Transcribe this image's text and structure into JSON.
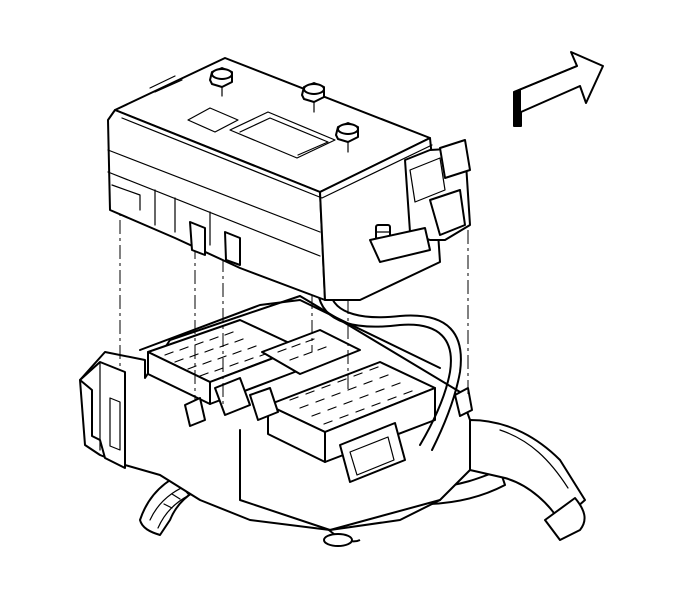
{
  "figure": {
    "kind": "exploded-view line drawing",
    "style": "black line art on white",
    "components": [
      {
        "id": "fuse-block-cover",
        "icon": "fuse-block-cover-icon"
      },
      {
        "id": "cover-bolt",
        "icon": "bolt-icon",
        "count": 3
      },
      {
        "id": "fuse-block-base",
        "icon": "fuse-block-base-icon"
      },
      {
        "id": "fuse-connector",
        "icon": "connector-icon",
        "count": 3
      },
      {
        "id": "ground-strap",
        "icon": "ground-strap-icon"
      },
      {
        "id": "wiring-harness",
        "icon": "wiring-harness-icon"
      },
      {
        "id": "mounting-bracket",
        "icon": "bracket-icon"
      },
      {
        "id": "direction-arrow",
        "icon": "arrow-icon"
      }
    ],
    "colors": {
      "line": "#000000",
      "background": "#ffffff"
    }
  }
}
